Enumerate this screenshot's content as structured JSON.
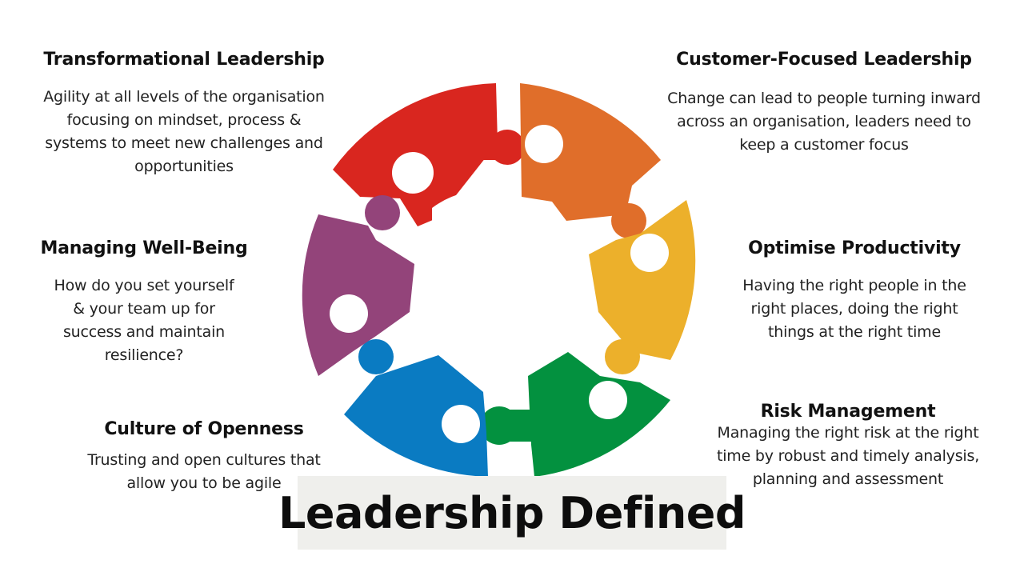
{
  "title": "Leadership Defined",
  "colors": {
    "red": "#d9261f",
    "orange": "#e06e2a",
    "yellow": "#ecb02b",
    "green": "#03913f",
    "blue": "#0a7bc2",
    "purple": "#93447a",
    "title_background": "#efefec"
  },
  "blocks": {
    "transformational": {
      "heading": "Transformational Leadership",
      "text": "Agility at all levels of the organisation\nfocusing on mindset, process &\nsystems to meet new challenges and\nopportunities"
    },
    "customer": {
      "heading": "Customer-Focused Leadership",
      "text": "Change can lead to people turning inward\nacross an organisation, leaders need to\nkeep a customer focus"
    },
    "wellbeing": {
      "heading": "Managing Well-Being",
      "text": "How do you set yourself\n& your team up for\nsuccess and maintain\nresilience?"
    },
    "productivity": {
      "heading": "Optimise Productivity",
      "text": "Having the right people in the\nright places, doing the right\nthings at the right time"
    },
    "openness": {
      "heading": "Culture of Openness",
      "text": "Trusting and open cultures that\nallow you to be agile"
    },
    "risk": {
      "heading": "Risk Management",
      "text": "Managing the right risk at the right\ntime by robust and timely analysis,\nplanning and assessment"
    }
  },
  "puzzle": {
    "pieces": [
      {
        "name": "red",
        "topic": "Transformational Leadership"
      },
      {
        "name": "orange",
        "topic": "Customer-Focused Leadership"
      },
      {
        "name": "yellow",
        "topic": "Optimise Productivity"
      },
      {
        "name": "green",
        "topic": "Risk Management"
      },
      {
        "name": "blue",
        "topic": "Culture of Openness"
      },
      {
        "name": "purple",
        "topic": "Managing Well-Being"
      }
    ]
  }
}
